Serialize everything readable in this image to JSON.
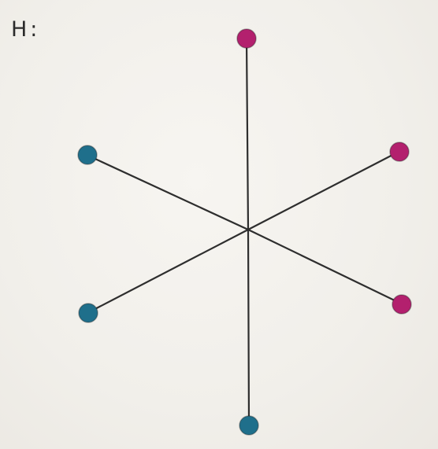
{
  "diagram": {
    "label": "H:",
    "colors": {
      "spoke": "#2e2e2e",
      "group_a": "#b3206e",
      "group_b": "#1f6f8b"
    },
    "nodes": [
      {
        "id": "top",
        "color": "group_a"
      },
      {
        "id": "upper-right",
        "color": "group_a"
      },
      {
        "id": "lower-right",
        "color": "group_a"
      },
      {
        "id": "bottom",
        "color": "group_b"
      },
      {
        "id": "lower-left",
        "color": "group_b"
      },
      {
        "id": "upper-left",
        "color": "group_b"
      }
    ]
  }
}
